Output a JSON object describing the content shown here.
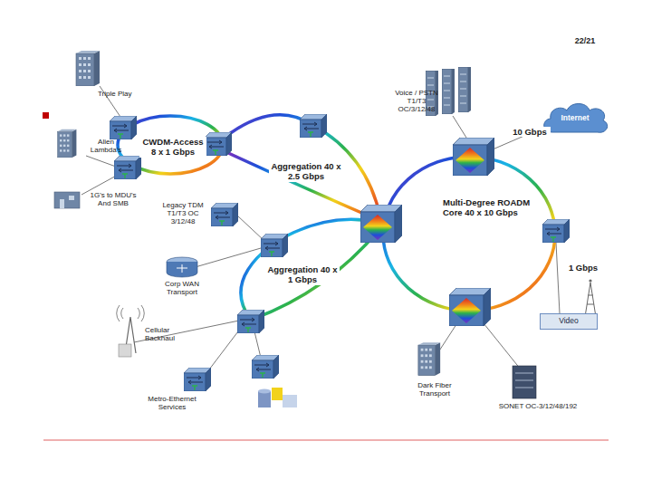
{
  "diagram": {
    "nodes": [
      {
        "text": [
          "Triple Play"
        ]
      },
      {
        "text": [
          "Alien Lambda's"
        ]
      },
      {
        "text": [
          "1G's to MDU's And SMB"
        ]
      },
      {
        "text": [
          "Voice / PSTN T1/T3 OC/3/12/48"
        ]
      },
      {
        "text": [
          "Internet"
        ]
      },
      {
        "text": [
          "Legacy TDM T1/T3 OC 3/12/48"
        ]
      },
      {
        "text": [
          "Corp WAN Transport"
        ]
      },
      {
        "text": [
          "Video"
        ]
      },
      {
        "text": [
          "Cellular Backhaul"
        ]
      },
      {
        "text": [
          "Metro-Ethernet Services"
        ]
      },
      {
        "text": [
          "Dark Fiber Transport"
        ]
      },
      {
        "text": [
          "SONET OC-3/12/48/192"
        ]
      }
    ],
    "labels": [
      "22/21",
      "CWDM-Access 8 x 1 Gbps",
      "Aggregation 40 x 2.5 Gbps",
      "Aggregation 40 x 1 Gbps",
      "Multi-Degree ROADM Core 40 x 10 Gbps",
      "10 Gbps",
      "1 Gbps"
    ]
  }
}
